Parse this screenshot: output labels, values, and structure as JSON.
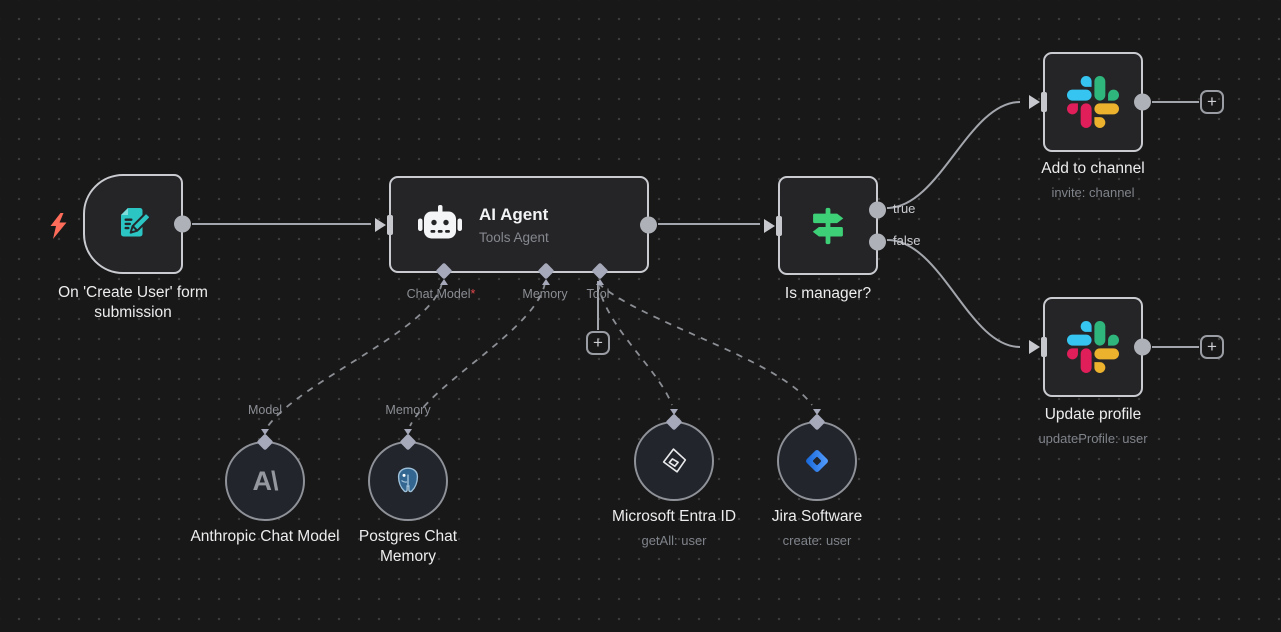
{
  "colors": {
    "canvas_bg": "#181818",
    "node_fill": "#252528",
    "node_border": "#c9cbd0",
    "edge": "#a3a6ac",
    "form_trigger_icon": "#2bc6c3",
    "if_icon_green": "#3ed077",
    "bolt_coral": "#ff6d5a",
    "required_asterisk": "#e5484d",
    "slack": [
      "#36c5f0",
      "#2eb67d",
      "#ecb22e",
      "#e01e5a"
    ],
    "jira_blue": "#2684ff",
    "postgres_blue": "#336791"
  },
  "icons": {
    "trigger": "form-pencil-icon",
    "agent": "robot-icon",
    "if": "signpost-icon",
    "slack": "slack-icon",
    "anthropic": "anthropic-logomark",
    "postgres": "postgres-elephant-icon",
    "entra": "entra-diamond-icon",
    "jira": "jira-diamond-icon",
    "bolt": "lightning-bolt-icon"
  },
  "buttons": {
    "plus": "+"
  },
  "nodes": {
    "form_trigger": {
      "label": "On 'Create User' form submission"
    },
    "ai_agent": {
      "title": "AI Agent",
      "subtitle": "Tools Agent",
      "ports": {
        "chat_model": "Chat Model",
        "chat_model_required": "*",
        "memory": "Memory",
        "tool": "Tool"
      }
    },
    "if_node": {
      "label": "Is manager?",
      "output_true": "true",
      "output_false": "false"
    },
    "slack_add": {
      "label": "Add to channel",
      "subtitle": "invite: channel"
    },
    "slack_update": {
      "label": "Update profile",
      "subtitle": "updateProfile: user"
    },
    "anthropic": {
      "label": "Anthropic Chat Model",
      "port_label": "Model"
    },
    "postgres": {
      "label": "Postgres Chat Memory",
      "port_label": "Memory"
    },
    "entra": {
      "label": "Microsoft Entra ID",
      "subtitle": "getAll: user"
    },
    "jira": {
      "label": "Jira Software",
      "subtitle": "create: user"
    }
  }
}
